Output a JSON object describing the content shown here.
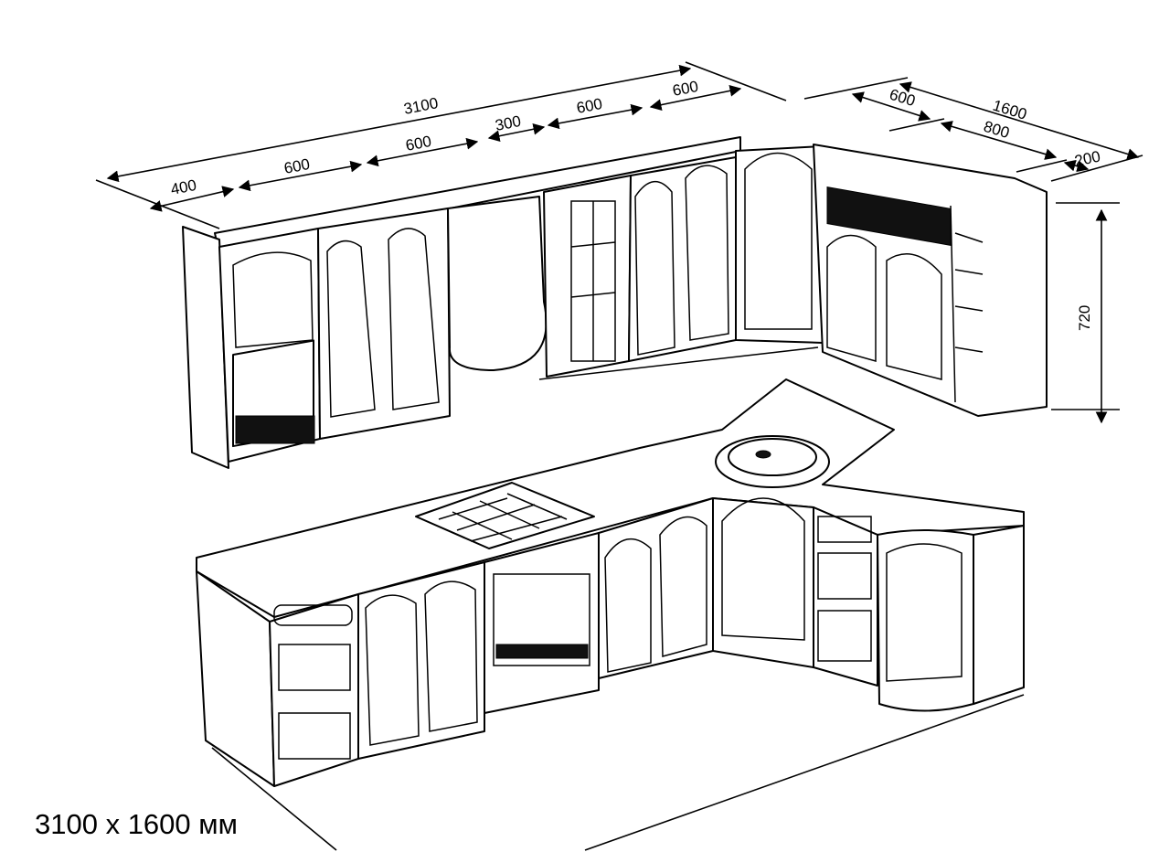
{
  "title": "3100 x 1600 мм",
  "dimensions": {
    "total_width": "3100",
    "upper_segments": [
      "400",
      "600",
      "600",
      "300",
      "600",
      "600"
    ],
    "side_total": "1600",
    "side_segments": [
      "600",
      "800",
      "200"
    ],
    "height": "720"
  }
}
